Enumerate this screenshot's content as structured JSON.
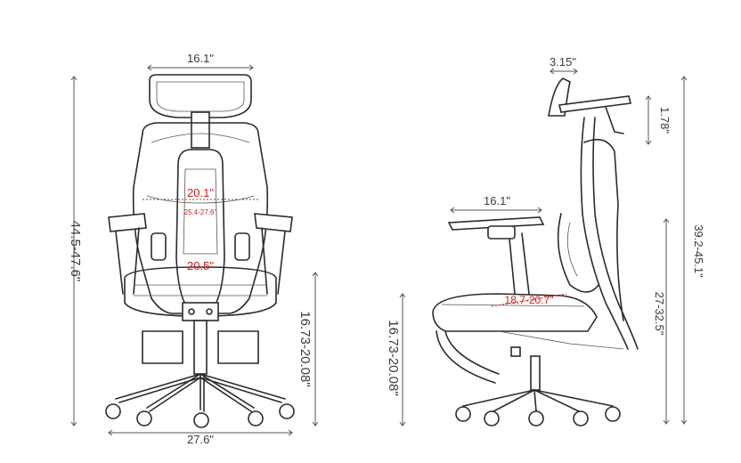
{
  "front_view": {
    "headrest_width": "16.1\"",
    "back_width": "20.1\"",
    "armrest_span": "25.4-27.6\"",
    "seat_width": "20.5\"",
    "total_height": "44.5-47.6\"",
    "seat_height": "16.73-20.08\"",
    "base_width": "27.6\""
  },
  "side_view": {
    "headrest_depth": "3.15\"",
    "headrest_adjust": "1.78\"",
    "armrest_depth": "16.1\"",
    "seat_depth": "18.7-20.7\"",
    "seat_height": "16.73-20.08\"",
    "back_height": "27-32.5\"",
    "backrest_height": "39.2-45.1\""
  },
  "colors": {
    "outline": "#2b2b2b",
    "dimension": "#3a3a3a",
    "highlight": "#d11a1a"
  }
}
